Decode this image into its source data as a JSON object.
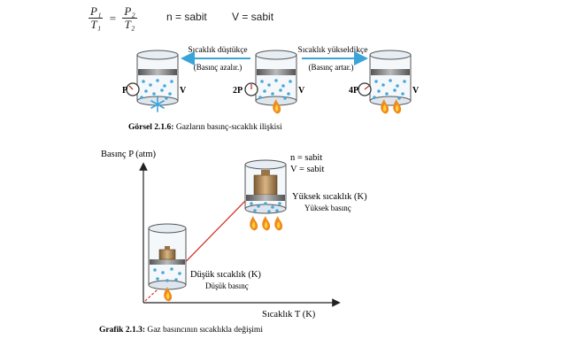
{
  "formula": {
    "p1": "P₁",
    "t1": "T₁",
    "p2": "P₂",
    "t2": "T₂",
    "equals": "="
  },
  "conditions": {
    "n": "n = sabit",
    "v": "V = sabit"
  },
  "top_figure": {
    "arrow_left_label": "Sıcaklık düştükçe",
    "arrow_left_sub": "(Basınç azalır.)",
    "arrow_right_label": "Sıcaklık yükseldikçe",
    "arrow_right_sub": "(Basınç artar.)",
    "gauges": [
      {
        "pressure": "P",
        "volume": "V"
      },
      {
        "pressure": "2P",
        "volume": "V"
      },
      {
        "pressure": "4P",
        "volume": "V"
      }
    ],
    "caption_bold": "Görsel 2.1.6:",
    "caption_text": " Gazların basınç-sıcaklık ilişkisi"
  },
  "graph": {
    "y_axis_label": "Basınç P (atm)",
    "x_axis_label": "Sıcaklık T (K)",
    "n_label": "n = sabit",
    "v_label": "V = sabit",
    "high_temp": "Yüksek sıcaklık (K)",
    "high_pressure": "Yüksek basınç",
    "low_temp": "Düşük sıcaklık (K)",
    "low_pressure": "Düşük basınç",
    "caption_bold": "Grafik 2.1.3:",
    "caption_text": " Gaz basıncının sıcaklıkla değişimi",
    "colors": {
      "line": "#d43a2a",
      "arrow": "#3aa3d8",
      "particle": "#4aa8d8"
    }
  }
}
